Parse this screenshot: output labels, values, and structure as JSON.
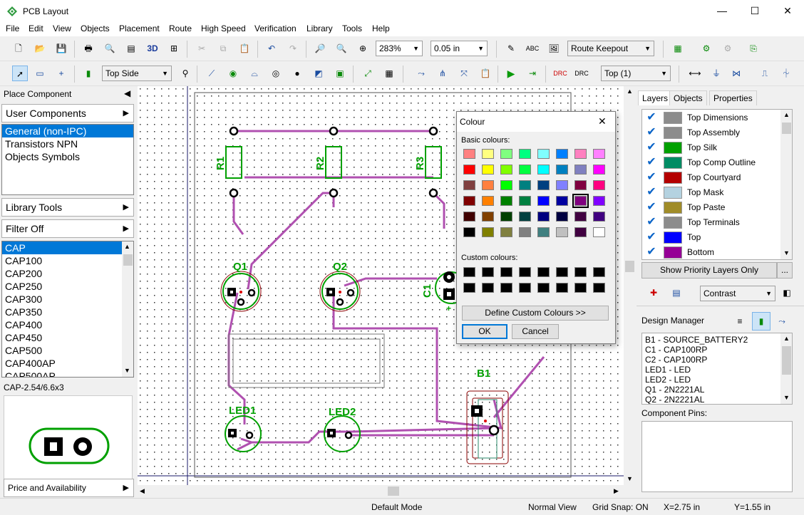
{
  "app": {
    "title": "PCB Layout",
    "accent": "#0078d7"
  },
  "window_controls": {
    "minimize": "—",
    "maximize": "☐",
    "close": "✕"
  },
  "menu": [
    "File",
    "Edit",
    "View",
    "Objects",
    "Placement",
    "Route",
    "High Speed",
    "Verification",
    "Library",
    "Tools",
    "Help"
  ],
  "toolbar1": {
    "zoom": "283%",
    "grid": "0.05 in",
    "keepout": "Route Keepout",
    "btn_3d": "3D"
  },
  "toolbar2": {
    "side": "Top Side",
    "layer": "Top (1)"
  },
  "left_panel": {
    "title": "Place Component",
    "user_components": "User Components",
    "categories": [
      "General (non-IPC)",
      "Transistors NPN",
      "Objects Symbols"
    ],
    "library_tools": "Library Tools",
    "filter": "Filter Off",
    "parts": [
      "CAP",
      "CAP100",
      "CAP200",
      "CAP250",
      "CAP300",
      "CAP350",
      "CAP400",
      "CAP450",
      "CAP500",
      "CAP400AP",
      "CAP500AP"
    ],
    "footprint_name": "CAP-2.54/6.6x3",
    "price": "Price and Availability"
  },
  "canvas": {
    "labels": {
      "r1": "R1",
      "r2": "R2",
      "r3": "R3",
      "q1": "Q1",
      "q2": "Q2",
      "c1": "C1",
      "led1": "LED1",
      "led2": "LED2",
      "b1": "B1",
      "plus": "+"
    },
    "colors": {
      "trace": "#b050b0",
      "silk": "#00a000",
      "pad": "#000000",
      "background": "#ffffff"
    }
  },
  "right_panel": {
    "tabs": [
      "Layers",
      "Objects",
      "Properties"
    ],
    "layers": [
      {
        "name": "Top Dimensions",
        "color": "#8c8c8c"
      },
      {
        "name": "Top Assembly",
        "color": "#8c8c8c"
      },
      {
        "name": "Top Silk",
        "color": "#00a000"
      },
      {
        "name": "Top Comp Outline",
        "color": "#008c64"
      },
      {
        "name": "Top Courtyard",
        "color": "#b40000"
      },
      {
        "name": "Top Mask",
        "color": "#b4d2e0"
      },
      {
        "name": "Top Paste",
        "color": "#a08c28"
      },
      {
        "name": "Top Terminals",
        "color": "#8c8c8c"
      },
      {
        "name": "Top",
        "color": "#0000ff"
      },
      {
        "name": "Bottom",
        "color": "#960096"
      }
    ],
    "priority": "Show Priority Layers Only",
    "more": "...",
    "contrast": "Contrast",
    "design_manager": "Design Manager",
    "dm_items": [
      "B1 - SOURCE_BATTERY2",
      "C1 - CAP100RP",
      "C2 - CAP100RP",
      "LED1 - LED",
      "LED2 - LED",
      "Q1 - 2N2221AL",
      "Q2 - 2N2221AL"
    ],
    "component_pins": "Component Pins:"
  },
  "dialog": {
    "title": "Colour",
    "basic": "Basic colours:",
    "custom": "Custom colours:",
    "define": "Define Custom Colours >>",
    "ok": "OK",
    "cancel": "Cancel",
    "basic_colors": [
      "#ff8080",
      "#ffff80",
      "#80ff80",
      "#00ff80",
      "#80ffff",
      "#0080ff",
      "#ff80c0",
      "#ff80ff",
      "#ff0000",
      "#ffff00",
      "#80ff00",
      "#00ff40",
      "#00ffff",
      "#0080c0",
      "#8080c0",
      "#ff00ff",
      "#804040",
      "#ff8040",
      "#00ff00",
      "#008080",
      "#004080",
      "#8080ff",
      "#800040",
      "#ff0080",
      "#800000",
      "#ff8000",
      "#008000",
      "#008040",
      "#0000ff",
      "#0000a0",
      "#800080",
      "#8000ff",
      "#400000",
      "#804000",
      "#004000",
      "#004040",
      "#000080",
      "#000040",
      "#400040",
      "#400080",
      "#000000",
      "#808000",
      "#808040",
      "#808080",
      "#408080",
      "#c0c0c0",
      "#400040",
      "#ffffff"
    ],
    "selected_index": 30
  },
  "status": {
    "mode": "Default Mode",
    "view": "Normal View",
    "snap": "Grid Snap: ON",
    "x": "X=2.75 in",
    "y": "Y=1.55 in"
  }
}
